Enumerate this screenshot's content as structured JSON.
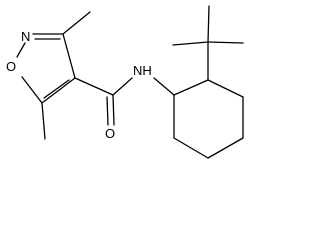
{
  "molecule": {
    "atoms": {
      "oxygen_ring": "O",
      "nitrogen_ring": "N",
      "amide_nh": "NH",
      "carbonyl_oxygen": "O"
    }
  }
}
